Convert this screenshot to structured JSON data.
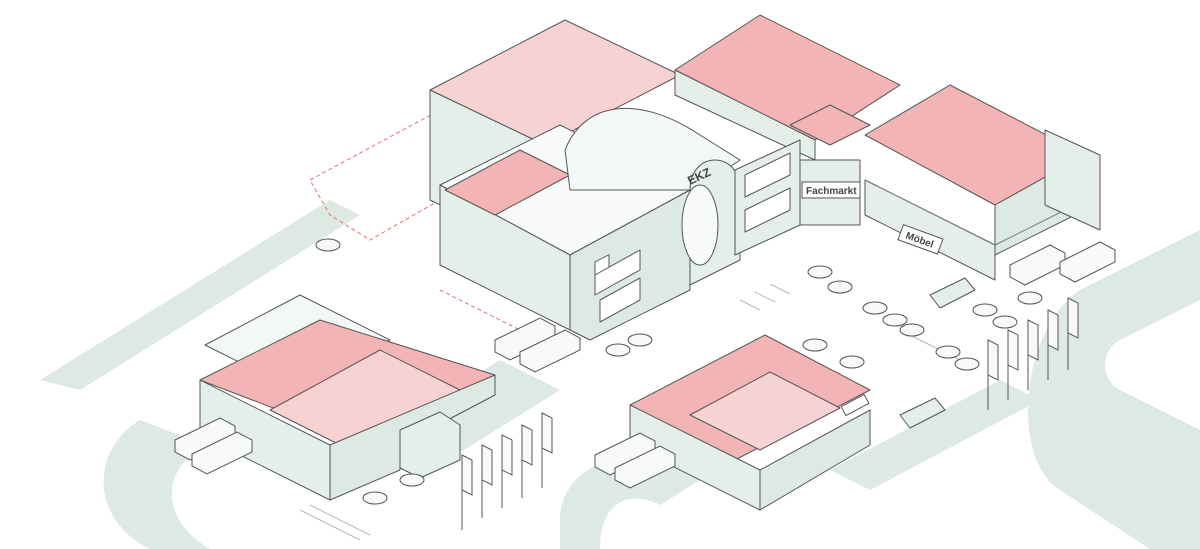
{
  "labels": {
    "ekz": "EKZ",
    "fachmarkt": "Fachmarkt",
    "moebel": "Möbel"
  },
  "colors": {
    "road": "#dde9e3",
    "wall": "#e4efe9",
    "roof": "#f7faf8",
    "interior": "#f2b4b4",
    "accent": "#e85a5a",
    "line": "#555555"
  },
  "icons": [
    "truck-icon",
    "car-icon",
    "flag-icon",
    "shopping-cart-shelter-icon"
  ]
}
